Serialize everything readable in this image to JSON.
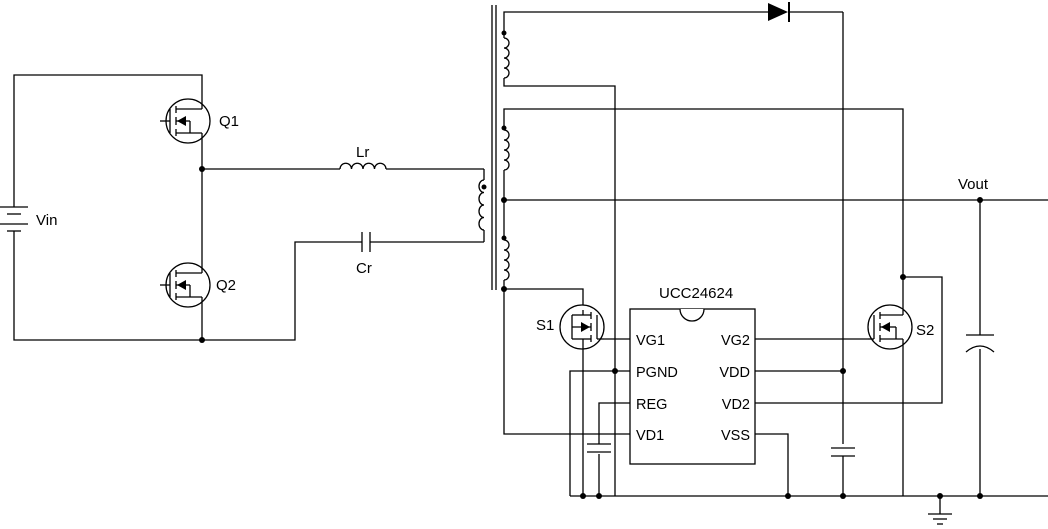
{
  "labels": {
    "vin": "Vin",
    "q1": "Q1",
    "q2": "Q2",
    "lr": "Lr",
    "cr": "Cr",
    "s1": "S1",
    "s2": "S2",
    "vout": "Vout",
    "ic_name": "UCC24624"
  },
  "ic_pins": {
    "vg1": "VG1",
    "pgnd": "PGND",
    "reg": "REG",
    "vd1": "VD1",
    "vg2": "VG2",
    "vdd": "VDD",
    "vd2": "VD2",
    "vss": "VSS"
  }
}
